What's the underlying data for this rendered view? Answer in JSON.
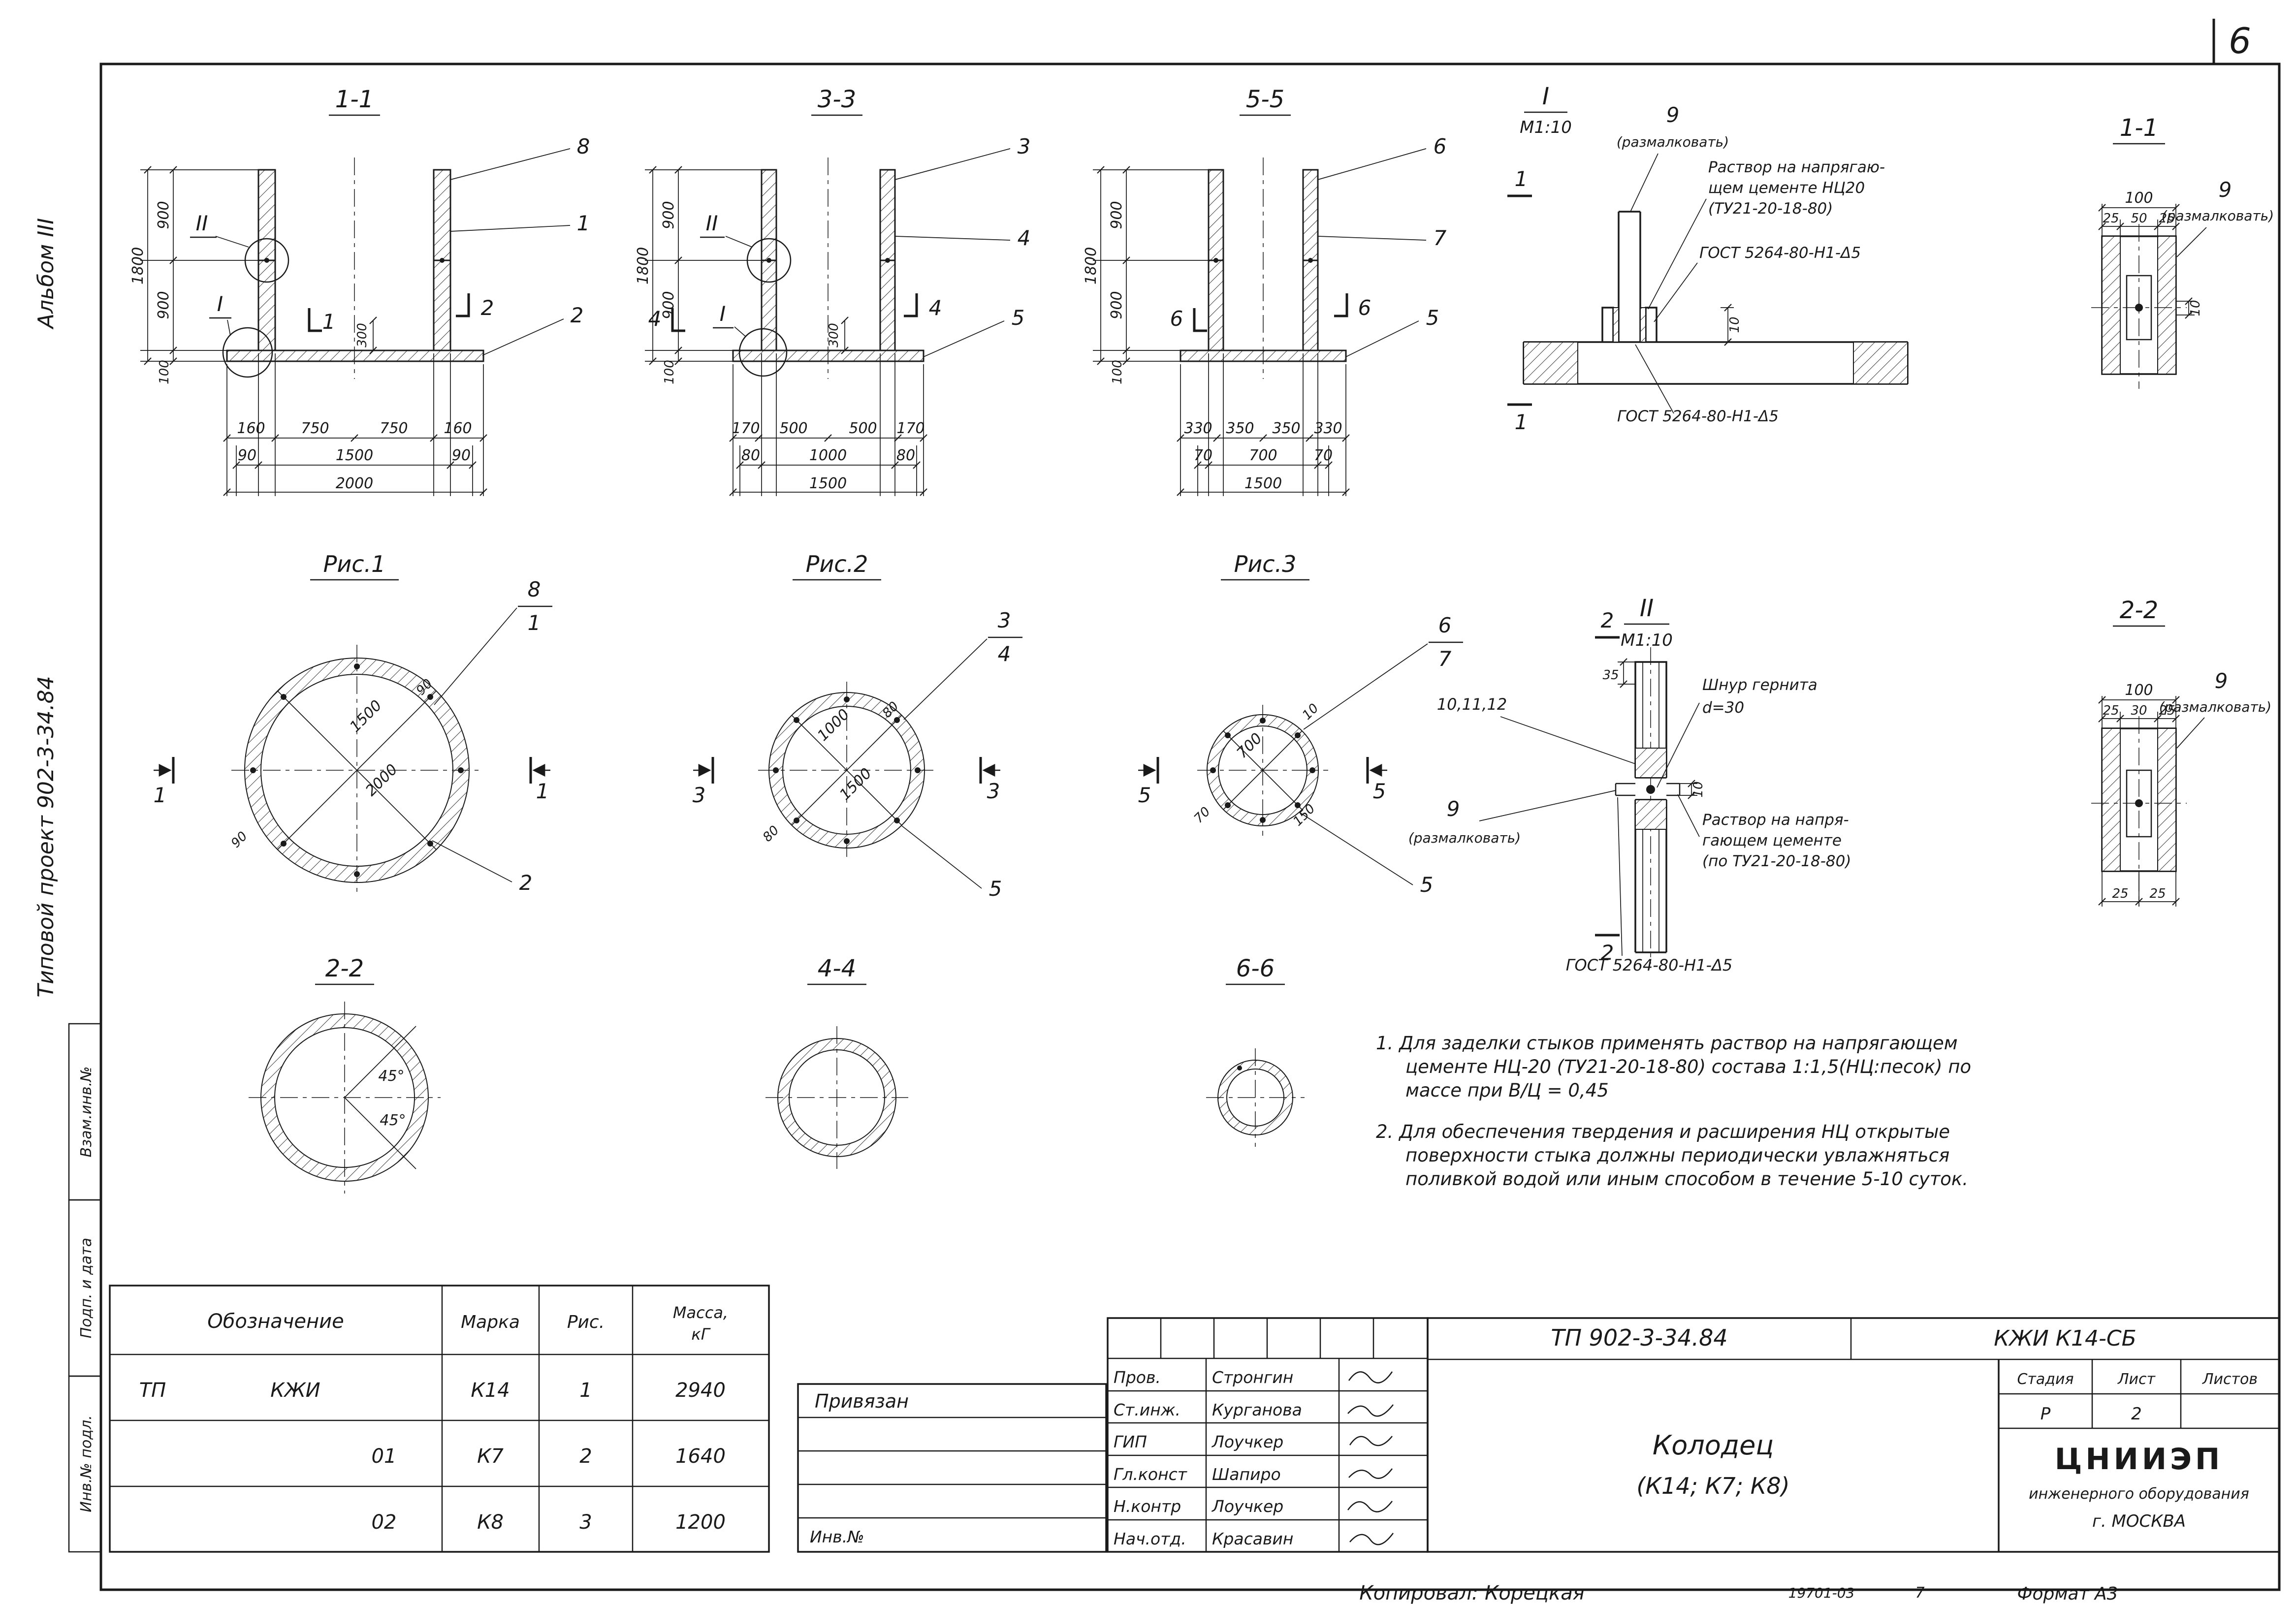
{
  "colors": {
    "ink": "#1a1a1a",
    "paper": "#ffffff"
  },
  "page": {
    "number": "6",
    "album": "Альбом III",
    "project": "Типовой проект 902-3-34.84",
    "stamps": [
      "Взам.инв.№",
      "Подп. и дата",
      "Инв.№ подл."
    ],
    "footer": {
      "copied": "Копировал: Корецкая",
      "order": "19701-03",
      "sheet": "7",
      "format": "Формат А3"
    }
  },
  "sections": [
    {
      "title": "1-1",
      "fig": "Рис.1",
      "co": [
        "8",
        "1",
        "2"
      ],
      "detailTop": "II",
      "detailBottom": "I",
      "cutL": "1",
      "cutR": "2",
      "left": {
        "total": "1800",
        "a": "900",
        "b": "900",
        "c": "100"
      },
      "dimInner": "300",
      "r1": [
        "160",
        "750",
        "750",
        "160"
      ],
      "r2": [
        "90",
        "1500",
        "90"
      ],
      "r3": "2000"
    },
    {
      "title": "3-3",
      "fig": "Рис.2",
      "co": [
        "3",
        "4",
        "5"
      ],
      "detailTop": "II",
      "detailBottom": "I",
      "cutL": "4",
      "cutR": "4",
      "left": {
        "total": "1800",
        "a": "900",
        "b": "900",
        "c": "100"
      },
      "dimInner": "300",
      "r1": [
        "170",
        "500",
        "500",
        "170"
      ],
      "r2": [
        "80",
        "1000",
        "80"
      ],
      "r3": "1500"
    },
    {
      "title": "5-5",
      "fig": "Рис.3",
      "co": [
        "6",
        "7",
        "5"
      ],
      "cutL": "6",
      "cutR": "6",
      "left": {
        "total": "1800",
        "a": "900",
        "b": "900",
        "c": "100"
      },
      "r1": [
        "330",
        "350",
        "350",
        "330"
      ],
      "r2": [
        "70",
        "700",
        "70"
      ],
      "r3": "1500"
    }
  ],
  "plans": [
    {
      "coTop": [
        "8",
        "1"
      ],
      "coBottom": "2",
      "cut": "1",
      "d1": "1500",
      "d2": "2000",
      "w1": "90",
      "w2": "90"
    },
    {
      "coTop": [
        "3",
        "4"
      ],
      "coBottom": "5",
      "cut": "3",
      "d1": "1000",
      "d2": "1500",
      "w1": "80",
      "w2": "80"
    },
    {
      "coTop": [
        "6",
        "7"
      ],
      "coBottom": "5",
      "cut": "5",
      "d1": "700",
      "w1": "70",
      "w2": "150",
      "extra": "10"
    }
  ],
  "bottoms": [
    {
      "title": "2-2",
      "a1": "45°",
      "a2": "45°"
    },
    {
      "title": "4-4"
    },
    {
      "title": "6-6"
    }
  ],
  "detailI": {
    "label": "I",
    "scale": "М1:10",
    "cut": "1",
    "nine": "9",
    "razm": "(размалковать)",
    "mortar": [
      "Раствор на напрягаю-",
      "щем цементе НЦ20",
      "(ТУ21-20-18-80)"
    ],
    "gost1": "ГОСТ 5264-80-Н1-Δ5",
    "gost2": "ГОСТ 5264-80-Н1-Δ5",
    "d10": "10"
  },
  "detail11": {
    "title": "1-1",
    "d100": "100",
    "chain": [
      "25",
      "50",
      "25"
    ],
    "d10": "10",
    "nine": "9",
    "razm": "(размалковать)"
  },
  "detailII": {
    "label": "II",
    "scale": "М1:10",
    "cut": "2",
    "items": "10,11,12",
    "d35": "35",
    "d10": "10",
    "cord1": "Шнур гернита",
    "cord2": "d=30",
    "nine": "9",
    "razm": "(размалковать)",
    "mortar": [
      "Раствор на напря-",
      "гающем цементе",
      "(по ТУ21-20-18-80)"
    ],
    "gost": "ГОСТ 5264-80-Н1-Δ5"
  },
  "detail22": {
    "title": "2-2",
    "d100": "100",
    "chain": [
      "25",
      "30",
      "25"
    ],
    "bottom": [
      "25",
      "25"
    ],
    "nine": "9",
    "razm": "(размалковать)"
  },
  "notes": {
    "n1": [
      "1. Для заделки стыков применять раствор на напрягающем",
      "цементе НЦ-20 (ТУ21-20-18-80) состава 1:1,5(НЦ:песок) по",
      "массе при В/Ц = 0,45"
    ],
    "n2": [
      "2. Для обеспечения твердения и расширения НЦ открытые",
      "поверхности стыка должны периодически увлажняться",
      "поливкой водой или иным способом в течение 5-10 суток."
    ]
  },
  "spec": {
    "h": [
      "Обозначение",
      "Марка",
      "Рис."
    ],
    "mass1": "Масса,",
    "mass2": "кГ",
    "rows": [
      {
        "d1": "ТП",
        "d2": "КЖИ",
        "mark": "К14",
        "fig": "1",
        "mass": "2940"
      },
      {
        "d1": "",
        "d2": "01",
        "mark": "К7",
        "fig": "2",
        "mass": "1640"
      },
      {
        "d1": "",
        "d2": "02",
        "mark": "К8",
        "fig": "3",
        "mass": "1200"
      }
    ]
  },
  "bindBlock": {
    "title": "Привязан",
    "inv": "Инв.№"
  },
  "signatures": [
    {
      "role": "Пров.",
      "name": "Стронгин"
    },
    {
      "role": "Ст.инж.",
      "name": "Курганова"
    },
    {
      "role": "ГИП",
      "name": "Лоучкер"
    },
    {
      "role": "Гл.конст",
      "name": "Шапиро"
    },
    {
      "role": "Н.контр",
      "name": "Лоучкер"
    },
    {
      "role": "Нач.отд.",
      "name": "Красавин"
    }
  ],
  "titleBlock": {
    "num": "ТП 902-3-34.84",
    "code": "КЖИ К14-СБ",
    "t1": "Колодец",
    "t2": "(К14; К7; К8)",
    "stageHeaders": [
      "Стадия",
      "Лист",
      "Листов"
    ],
    "stageValues": [
      "Р",
      "2",
      ""
    ],
    "org": [
      "ЦНИИЭП",
      "инженерного оборудования",
      "г. МОСКВА"
    ]
  }
}
